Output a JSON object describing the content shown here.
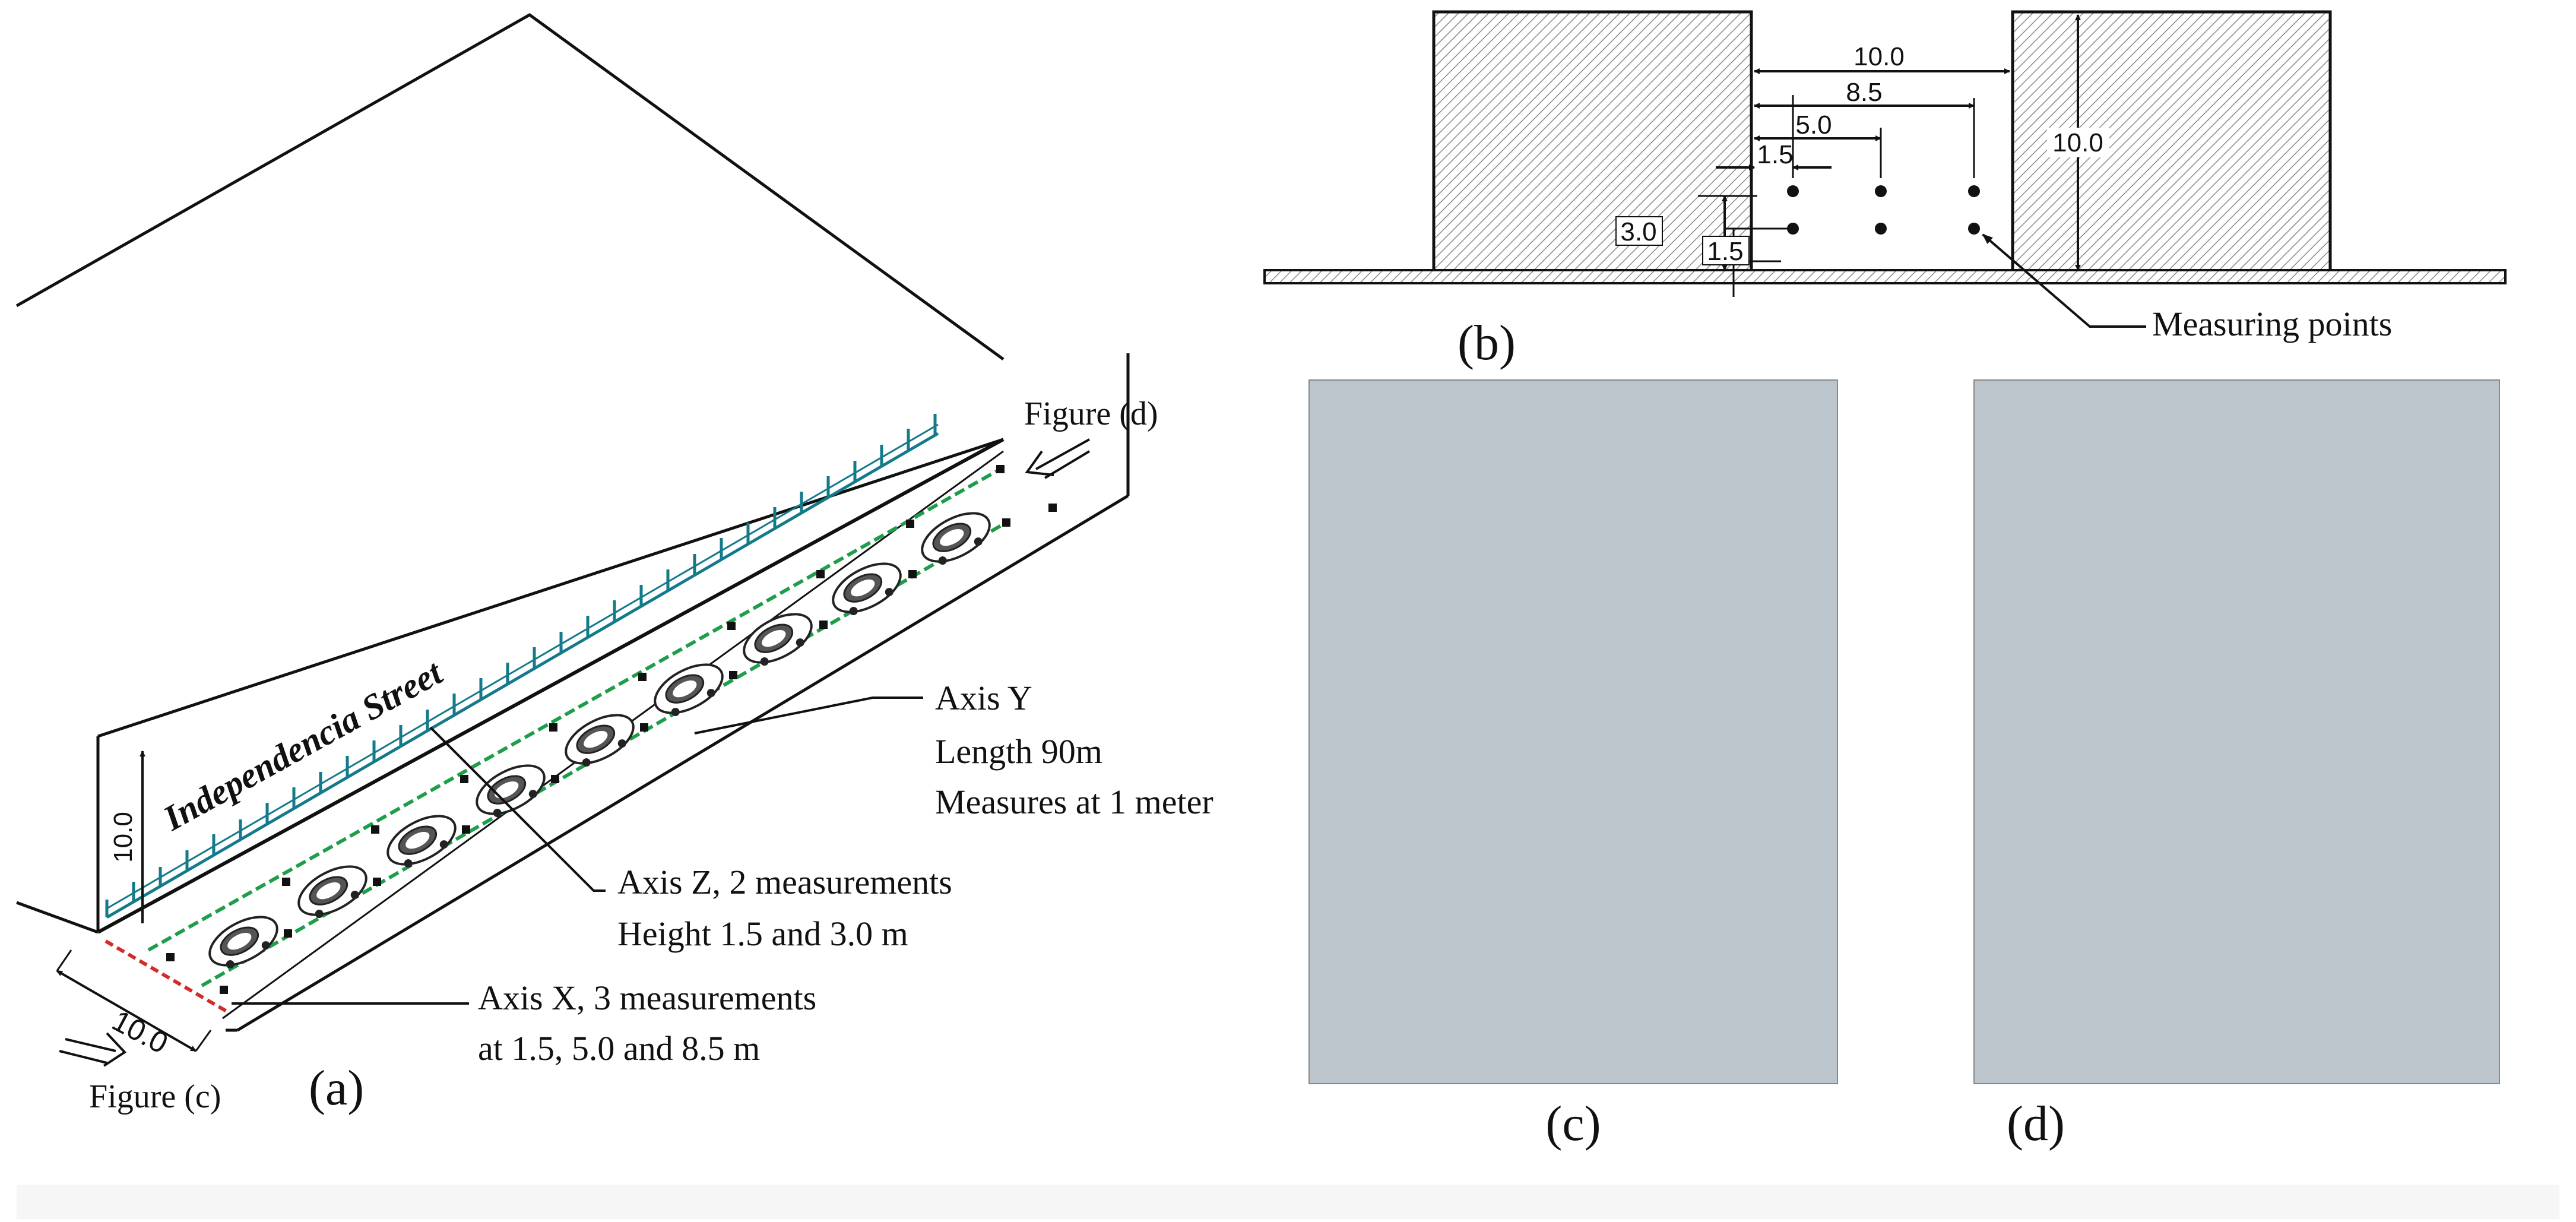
{
  "panel_a": {
    "street_name": "Independencia Street",
    "height_dim": "10.0",
    "width_dim": "10.0",
    "figure_d_label": "Figure (d)",
    "figure_c_label": "Figure (c)",
    "axis_y": [
      "Axis Y",
      "Length 90m",
      "Measures at 1 meter"
    ],
    "axis_z": [
      "Axis Z, 2 measurements",
      "Height 1.5 and 3.0 m"
    ],
    "axis_x": [
      "Axis X, 3 measurements",
      "at 1.5, 5.0 and 8.5 m"
    ],
    "label": "(a)"
  },
  "panel_b": {
    "dims": {
      "w_total": "10.0",
      "w_85": "8.5",
      "w_50": "5.0",
      "w_15": "1.5",
      "h_30": "3.0",
      "h_15": "1.5",
      "h_total": "10.0"
    },
    "measuring_points": "Measuring points",
    "label": "(b)"
  },
  "panel_c": {
    "label": "(c)"
  },
  "panel_d": {
    "label": "(d)"
  },
  "colors": {
    "measure_line": "#1e9e4a",
    "teal_fence": "#137a8a",
    "red_line": "#d42a2a",
    "hatch": "#777777"
  }
}
